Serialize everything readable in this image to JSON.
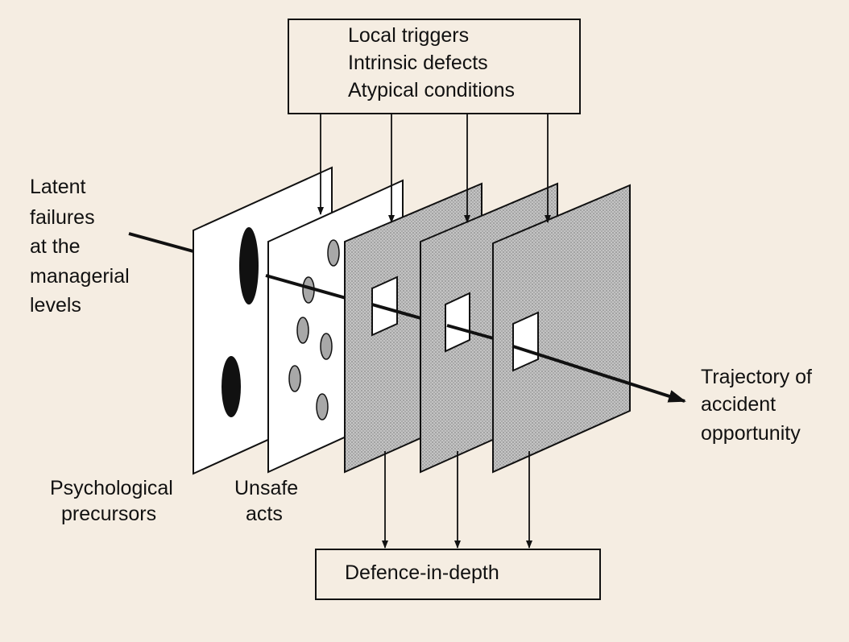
{
  "triggers_box": {
    "lines": [
      "Local triggers",
      "Intrinsic defects",
      "Atypical conditions"
    ]
  },
  "latent_label": {
    "lines": [
      "Latent",
      "failures",
      "at the",
      "managerial",
      "levels"
    ]
  },
  "psych_label": {
    "lines": [
      "Psychological",
      "precursors"
    ]
  },
  "unsafe_label": {
    "lines": [
      "Unsafe",
      "acts"
    ]
  },
  "trajectory_label": {
    "lines": [
      "Trajectory of",
      "accident",
      "opportunity"
    ]
  },
  "defence_box": {
    "label": "Defence-in-depth"
  },
  "colors": {
    "background": "#f5ede2",
    "ink": "#111111",
    "plane_white": "#ffffff",
    "plane_gray": "#b3b3b3",
    "hole_fill": "#a8a8a8"
  }
}
